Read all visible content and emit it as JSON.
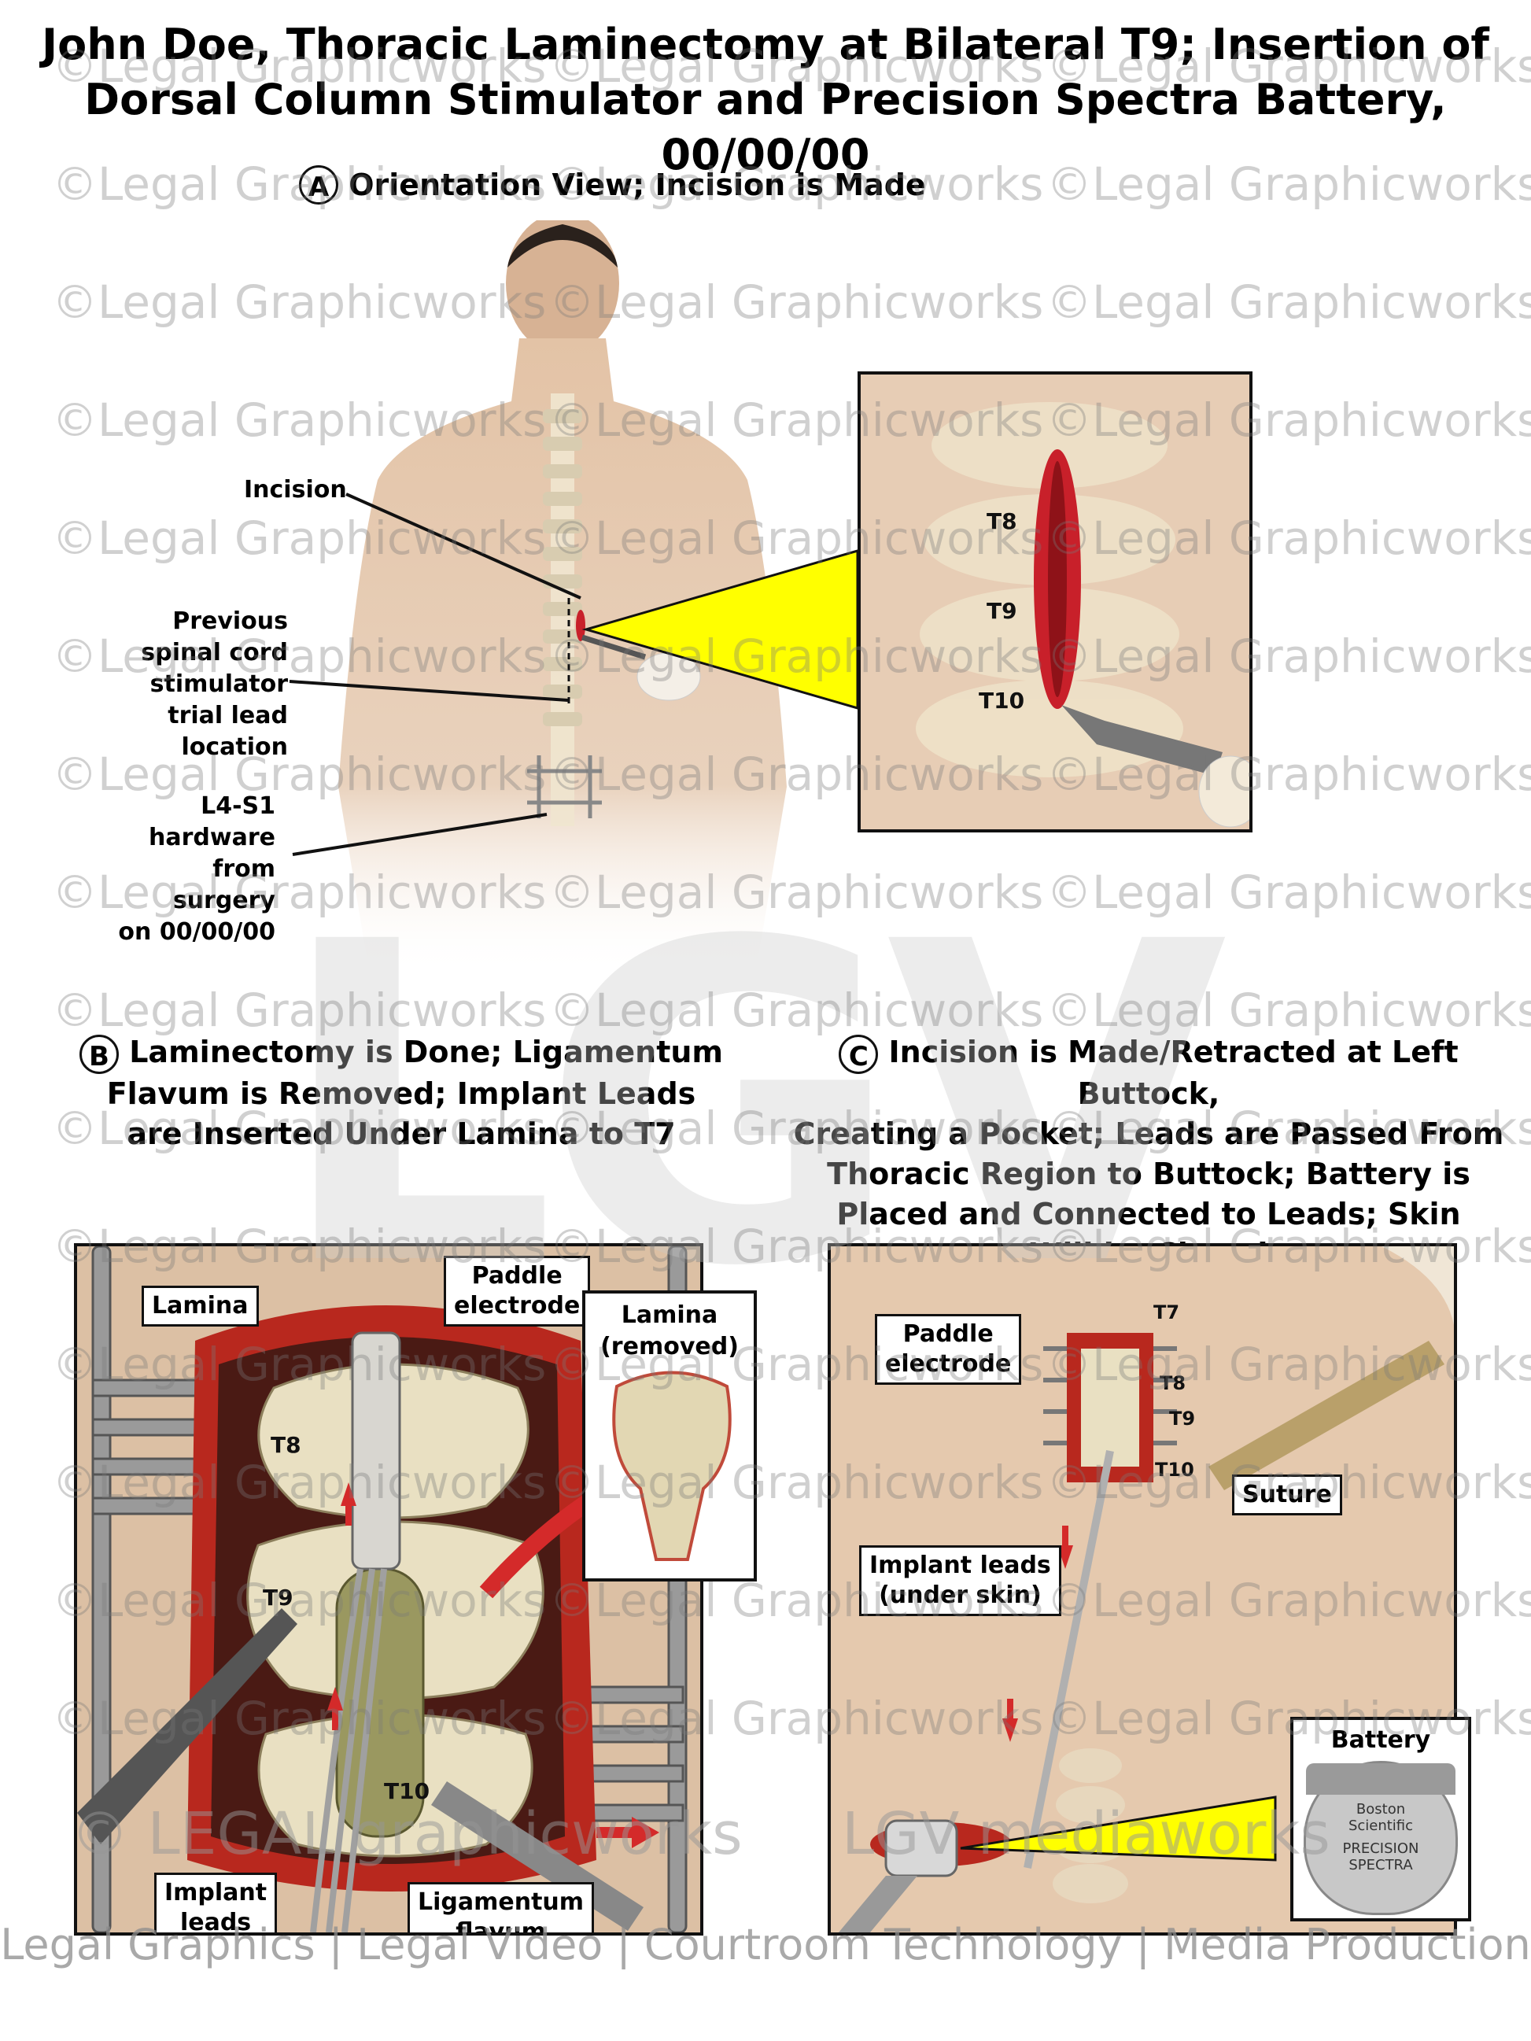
{
  "title": {
    "line1": "John Doe, Thoracic Laminectomy at Bilateral T9; Insertion of",
    "line2": "Dorsal Column Stimulator and Precision Spectra Battery, 00/00/00"
  },
  "panel_a": {
    "letter": "A",
    "caption": "Orientation View; Incision is Made",
    "labels": {
      "incision": "Incision",
      "previous_line1": "Previous",
      "previous_line2": "spinal cord",
      "previous_line3": "stimulator",
      "previous_line4": "trial lead",
      "previous_line5": "location",
      "hardware_line1": "L4-S1",
      "hardware_line2": "hardware",
      "hardware_line3": "from surgery",
      "hardware_line4": "on 00/00/00"
    },
    "inset": {
      "t8": "T8",
      "t9": "T9",
      "t10": "T10"
    }
  },
  "panel_b": {
    "letter": "B",
    "caption_line1": "Laminectomy is Done; Ligamentum",
    "caption_line2": "Flavum is Removed; Implant Leads",
    "caption_line3": "are Inserted Under Lamina to T7",
    "labels": {
      "lamina": "Lamina",
      "paddle_line1": "Paddle",
      "paddle_line2": "electrode",
      "removed_line1": "Lamina",
      "removed_line2": "(removed)",
      "t8": "T8",
      "t9": "T9",
      "t10": "T10",
      "implant_line1": "Implant",
      "implant_line2": "leads",
      "ligamentum_line1": "Ligamentum",
      "ligamentum_line2": "flavum"
    }
  },
  "panel_c": {
    "letter": "C",
    "caption_line1": "Incision is Made/Retracted at Left Buttock,",
    "caption_line2": "Creating a Pocket; Leads are Passed From",
    "caption_line3": "Thoracic Region to Buttock; Battery is",
    "caption_line4": "Placed and Connected to Leads; Skin",
    "caption_line5": "Will be Closed",
    "labels": {
      "paddle_line1": "Paddle",
      "paddle_line2": "electrode",
      "t7": "T7",
      "t8": "T8",
      "t9": "T9",
      "t10": "T10",
      "suture": "Suture",
      "implant_line1": "Implant leads",
      "implant_line2": "(under skin)",
      "battery": "Battery",
      "battery_brand1": "Boston",
      "battery_brand2": "Scientific",
      "battery_model1": "PRECISION",
      "battery_model2": "SPECTRA"
    }
  },
  "watermark": {
    "text": "©Legal Graphicworks",
    "logo_left": "© LEGAL graphicworks",
    "logo_right": "LGV mediaworks",
    "big_logo": "LGV"
  },
  "footer": "Legal Graphics | Legal Video | Courtroom Technology | Media Production",
  "colors": {
    "incision_red": "#c8202a",
    "skin": "#e8cbb0",
    "pointer_yellow": "#ffff00",
    "arrow_red": "#d42a2a"
  }
}
